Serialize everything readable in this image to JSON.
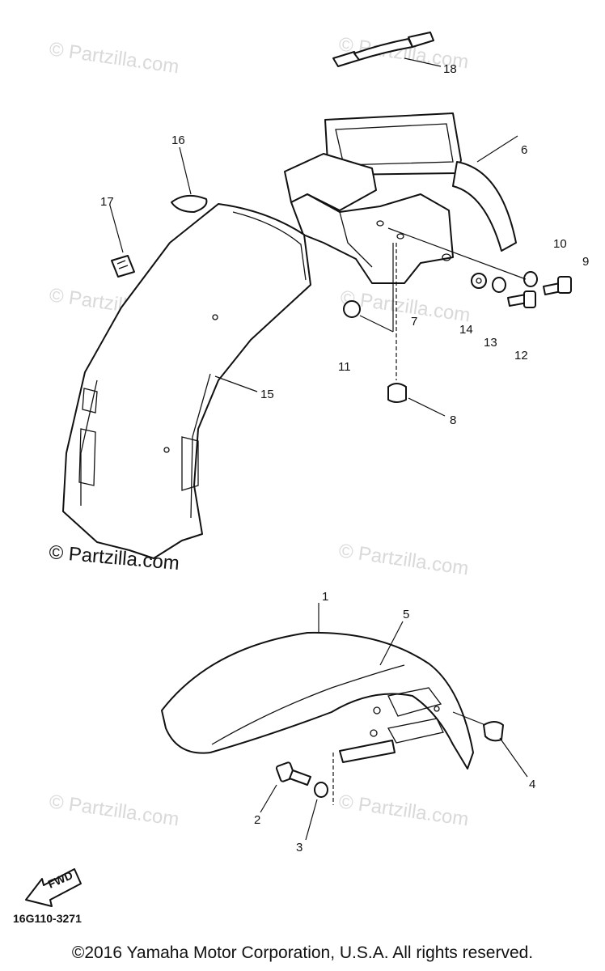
{
  "watermark_text": "© Partzilla.com",
  "callouts": {
    "c1": "1",
    "c2": "2",
    "c3": "3",
    "c4": "4",
    "c5": "5",
    "c6": "6",
    "c7": "7",
    "c8": "8",
    "c9": "9",
    "c10": "10",
    "c11": "11",
    "c12": "12",
    "c13": "13",
    "c14": "14",
    "c15": "15",
    "c16": "16",
    "c17": "17",
    "c18": "18"
  },
  "fwd_label": "FWD",
  "diagram_code": "16G110-3271",
  "copyright": "©2016  Yamaha Motor Corporation, U.S.A. All rights reserved."
}
